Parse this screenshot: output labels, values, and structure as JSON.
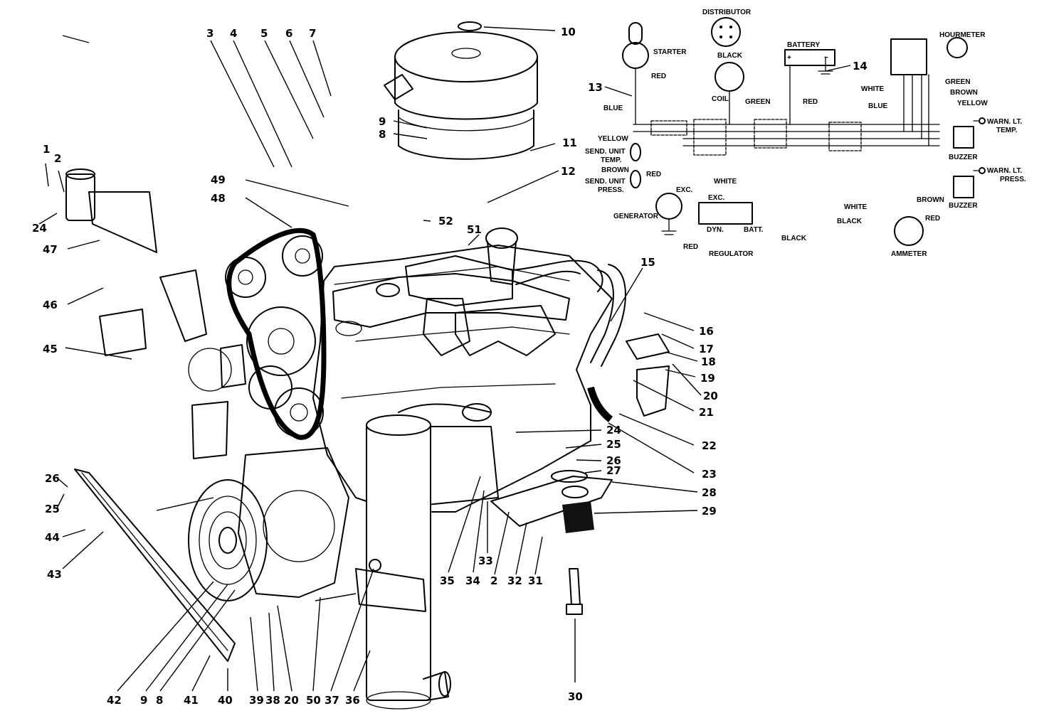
{
  "diagram": {
    "callouts": [
      {
        "id": "c1",
        "text": "1"
      },
      {
        "id": "c2",
        "text": "2"
      },
      {
        "id": "c24a",
        "text": "24"
      },
      {
        "id": "c47",
        "text": "47"
      },
      {
        "id": "c46",
        "text": "46"
      },
      {
        "id": "c45",
        "text": "45"
      },
      {
        "id": "c3",
        "text": "3"
      },
      {
        "id": "c4",
        "text": "4"
      },
      {
        "id": "c5",
        "text": "5"
      },
      {
        "id": "c6",
        "text": "6"
      },
      {
        "id": "c7",
        "text": "7"
      },
      {
        "id": "c49",
        "text": "49"
      },
      {
        "id": "c48",
        "text": "48"
      },
      {
        "id": "c9a",
        "text": "9"
      },
      {
        "id": "c8a",
        "text": "8"
      },
      {
        "id": "c10",
        "text": "10"
      },
      {
        "id": "c11",
        "text": "11"
      },
      {
        "id": "c12",
        "text": "12"
      },
      {
        "id": "c52",
        "text": "52"
      },
      {
        "id": "c51",
        "text": "51"
      },
      {
        "id": "c13",
        "text": "13"
      },
      {
        "id": "c14",
        "text": "14"
      },
      {
        "id": "c15",
        "text": "15"
      },
      {
        "id": "c16",
        "text": "16"
      },
      {
        "id": "c17",
        "text": "17"
      },
      {
        "id": "c18",
        "text": "18"
      },
      {
        "id": "c19",
        "text": "19"
      },
      {
        "id": "c20a",
        "text": "20"
      },
      {
        "id": "c21",
        "text": "21"
      },
      {
        "id": "c22",
        "text": "22"
      },
      {
        "id": "c23",
        "text": "23"
      },
      {
        "id": "c24b",
        "text": "24"
      },
      {
        "id": "c25a",
        "text": "25"
      },
      {
        "id": "c26a",
        "text": "26"
      },
      {
        "id": "c27",
        "text": "27"
      },
      {
        "id": "c28",
        "text": "28"
      },
      {
        "id": "c29",
        "text": "29"
      },
      {
        "id": "c26b",
        "text": "26"
      },
      {
        "id": "c25b",
        "text": "25"
      },
      {
        "id": "c44",
        "text": "44"
      },
      {
        "id": "c43",
        "text": "43"
      },
      {
        "id": "c35",
        "text": "35"
      },
      {
        "id": "c34",
        "text": "34"
      },
      {
        "id": "c33",
        "text": "33"
      },
      {
        "id": "c2b",
        "text": "2"
      },
      {
        "id": "c32",
        "text": "32"
      },
      {
        "id": "c31",
        "text": "31"
      },
      {
        "id": "c30",
        "text": "30"
      },
      {
        "id": "c42",
        "text": "42"
      },
      {
        "id": "c9b",
        "text": "9"
      },
      {
        "id": "c8b",
        "text": "8"
      },
      {
        "id": "c41",
        "text": "41"
      },
      {
        "id": "c40",
        "text": "40"
      },
      {
        "id": "c39",
        "text": "39"
      },
      {
        "id": "c38",
        "text": "38"
      },
      {
        "id": "c20b",
        "text": "20"
      },
      {
        "id": "c50",
        "text": "50"
      },
      {
        "id": "c37",
        "text": "37"
      },
      {
        "id": "c36",
        "text": "36"
      }
    ],
    "wiring_labels": [
      {
        "id": "distributor",
        "text": "DISTRIBUTOR"
      },
      {
        "id": "starter",
        "text": "STARTER"
      },
      {
        "id": "black1",
        "text": "BLACK"
      },
      {
        "id": "battery",
        "text": "BATTERY"
      },
      {
        "id": "batt_plus",
        "text": "+"
      },
      {
        "id": "batt_minus",
        "text": "−"
      },
      {
        "id": "hourmeter",
        "text": "HOURMETER"
      },
      {
        "id": "red1",
        "text": "RED"
      },
      {
        "id": "coil",
        "text": "COIL"
      },
      {
        "id": "green1",
        "text": "GREEN"
      },
      {
        "id": "red2",
        "text": "RED"
      },
      {
        "id": "white1",
        "text": "WHITE"
      },
      {
        "id": "green2",
        "text": "GREEN"
      },
      {
        "id": "brown1",
        "text": "BROWN"
      },
      {
        "id": "blue2",
        "text": "BLUE"
      },
      {
        "id": "yellow2",
        "text": "YELLOW"
      },
      {
        "id": "blue1",
        "text": "BLUE"
      },
      {
        "id": "yellow1",
        "text": "YELLOW"
      },
      {
        "id": "send_temp_1",
        "text": "SEND. UNIT"
      },
      {
        "id": "send_temp_2",
        "text": "TEMP."
      },
      {
        "id": "warn_temp_1",
        "text": "WARN. LT."
      },
      {
        "id": "warn_temp_2",
        "text": "TEMP."
      },
      {
        "id": "buzzer1",
        "text": "BUZZER"
      },
      {
        "id": "brown2",
        "text": "BROWN"
      },
      {
        "id": "red3",
        "text": "RED"
      },
      {
        "id": "white2",
        "text": "WHITE"
      },
      {
        "id": "send_press_1",
        "text": "SEND. UNIT"
      },
      {
        "id": "send_press_2",
        "text": "PRESS."
      },
      {
        "id": "exc1",
        "text": "EXC."
      },
      {
        "id": "exc2",
        "text": "EXC."
      },
      {
        "id": "warn_press_1",
        "text": "WARN. LT."
      },
      {
        "id": "warn_press_2",
        "text": "PRESS."
      },
      {
        "id": "generator",
        "text": "GENERATOR"
      },
      {
        "id": "brown3",
        "text": "BROWN"
      },
      {
        "id": "buzzer2",
        "text": "BUZZER"
      },
      {
        "id": "white3",
        "text": "WHITE"
      },
      {
        "id": "black2",
        "text": "BLACK"
      },
      {
        "id": "red4",
        "text": "RED"
      },
      {
        "id": "dyn",
        "text": "DYN."
      },
      {
        "id": "batt",
        "text": "BATT."
      },
      {
        "id": "black3",
        "text": "BLACK"
      },
      {
        "id": "red5",
        "text": "RED"
      },
      {
        "id": "regulator",
        "text": "REGULATOR"
      },
      {
        "id": "ammeter",
        "text": "AMMETER"
      }
    ]
  }
}
